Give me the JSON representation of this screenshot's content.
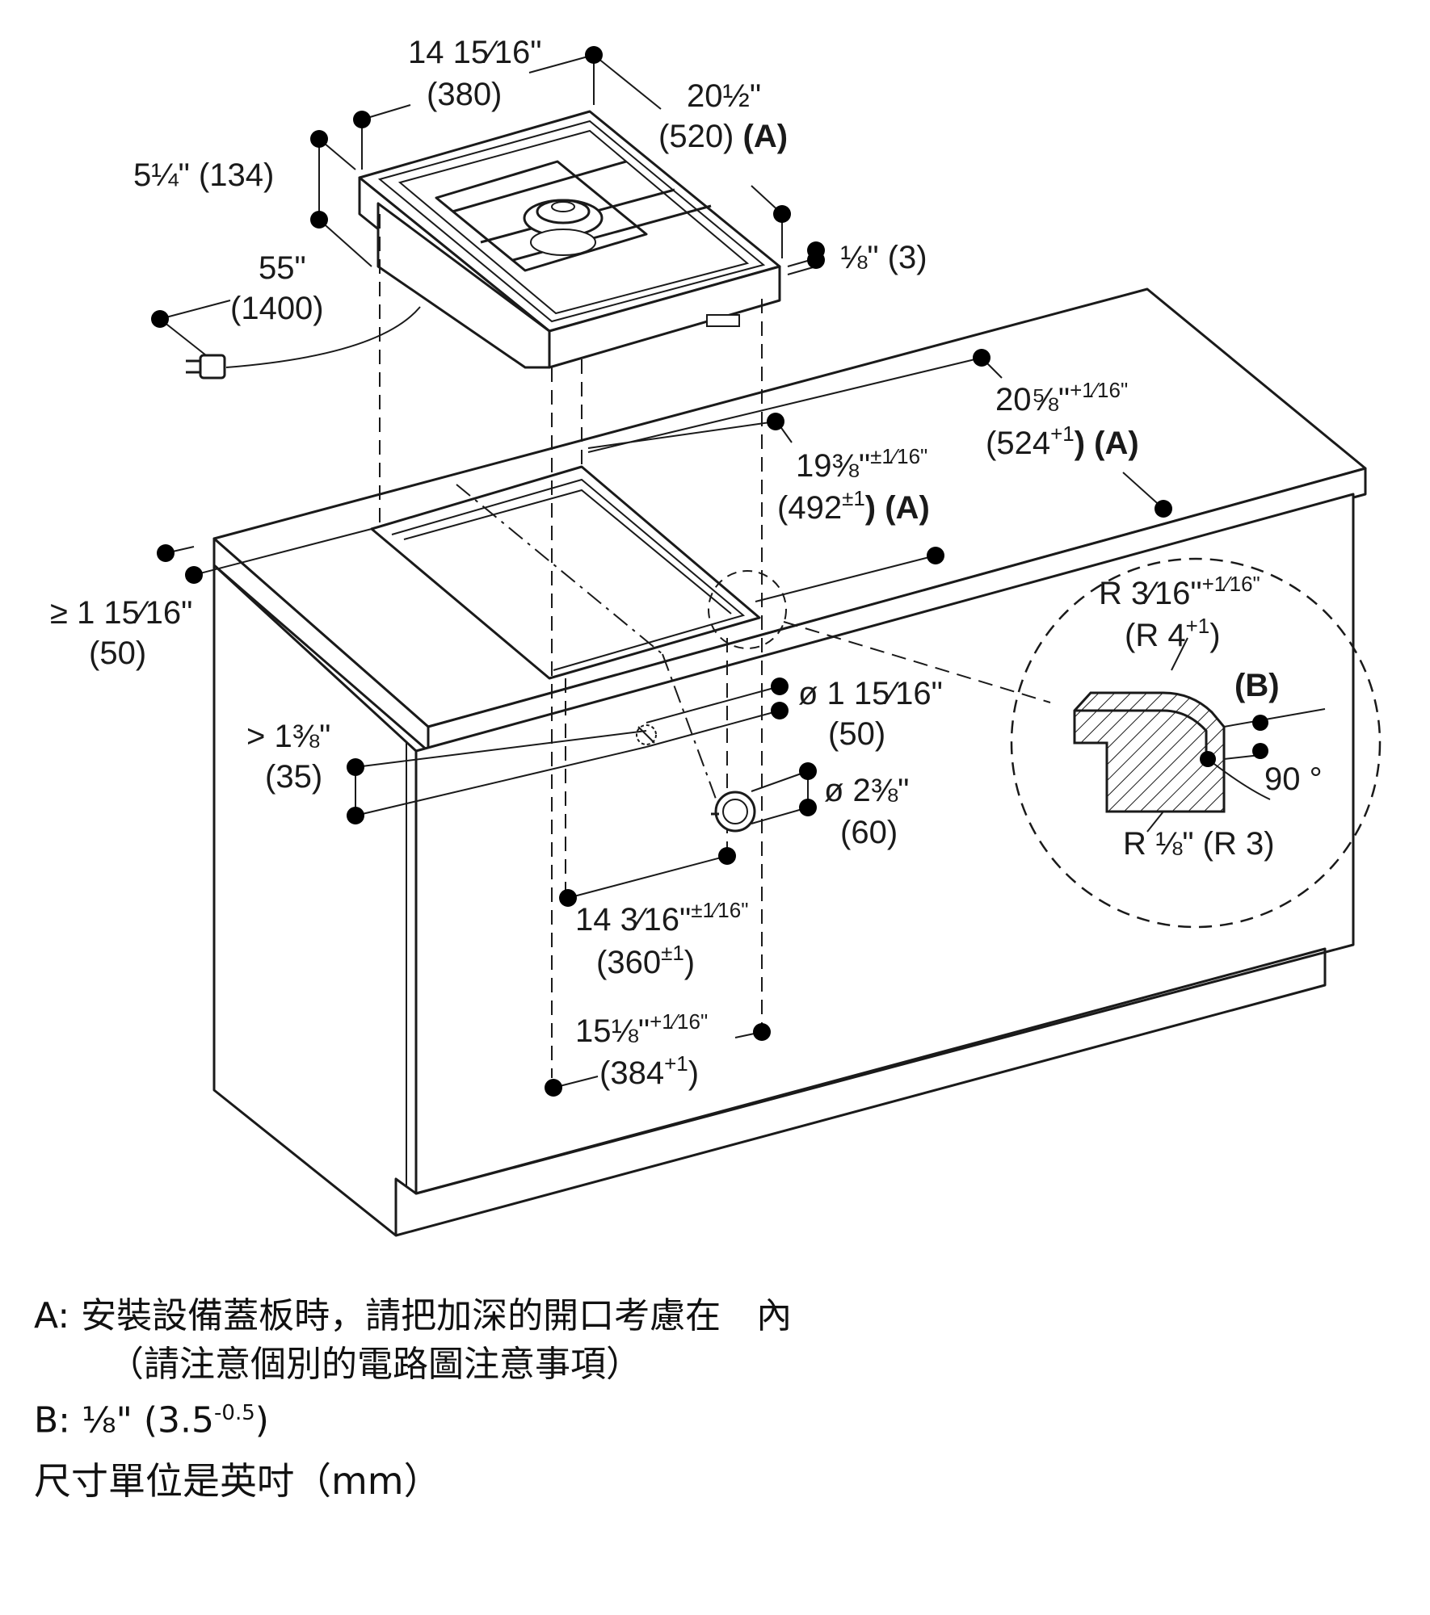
{
  "dimensions": {
    "hob_width": "14 15⁄16\"",
    "hob_width_mm": "(380)",
    "hob_depth": "20½\"",
    "hob_depth_mm": "(520)",
    "hob_depth_ref": "(A)",
    "hob_height": "5¼\" (134)",
    "cable_length": "55\"",
    "cable_length_mm": "(1400)",
    "flange": "⅛\" (3)",
    "cutout_outer_depth": "20⅝\"",
    "cutout_outer_depth_tol": "+1⁄16\"",
    "cutout_outer_depth_mm": "(524",
    "cutout_outer_depth_mm_tol": "+1",
    "cutout_outer_depth_ref": ") (A)",
    "cutout_inner_depth": "19⅜\"",
    "cutout_inner_depth_tol": "±1⁄16\"",
    "cutout_inner_depth_mm": "(492",
    "cutout_inner_depth_mm_tol": "±1",
    "cutout_inner_depth_ref": ") (A)",
    "edge_distance": "≥ 1 15⁄16\"",
    "edge_distance_mm": "(50)",
    "gas_hole_dia": "ø 1 15⁄16\"",
    "gas_hole_dia_mm": "(50)",
    "min_offset": "> 1⅜\"",
    "min_offset_mm": "(35)",
    "knob_hole_dia": "ø 2⅜\"",
    "knob_hole_dia_mm": "(60)",
    "cutout_inner_width": "14 3⁄16\"",
    "cutout_inner_width_tol": "±1⁄16\"",
    "cutout_inner_width_mm": "(360",
    "cutout_inner_width_mm_tol": "±1",
    "cutout_outer_width": "15⅛\"",
    "cutout_outer_width_tol": "+1⁄16\"",
    "cutout_outer_width_mm": "(384",
    "cutout_outer_width_mm_tol": "+1",
    "radius_top": "R 3⁄16\"",
    "radius_top_tol": "+1⁄16\"",
    "radius_top_mm": "(R 4",
    "radius_top_mm_tol": "+1",
    "detail_b": "(B)",
    "angle": "90 °",
    "radius_bottom": "R ⅛\" (R 3)"
  },
  "notes": {
    "a_label": "A:",
    "a_text": "安裝設備蓋板時，請把加深的開口考慮在　內",
    "a_sub": "（請注意個別的電路圖注意事項）",
    "b_label": "B:",
    "b_text": "⅛\" (3.5",
    "b_tol": "-0.5",
    "b_close": ")",
    "units": "尺寸單位是英吋（mm）"
  }
}
